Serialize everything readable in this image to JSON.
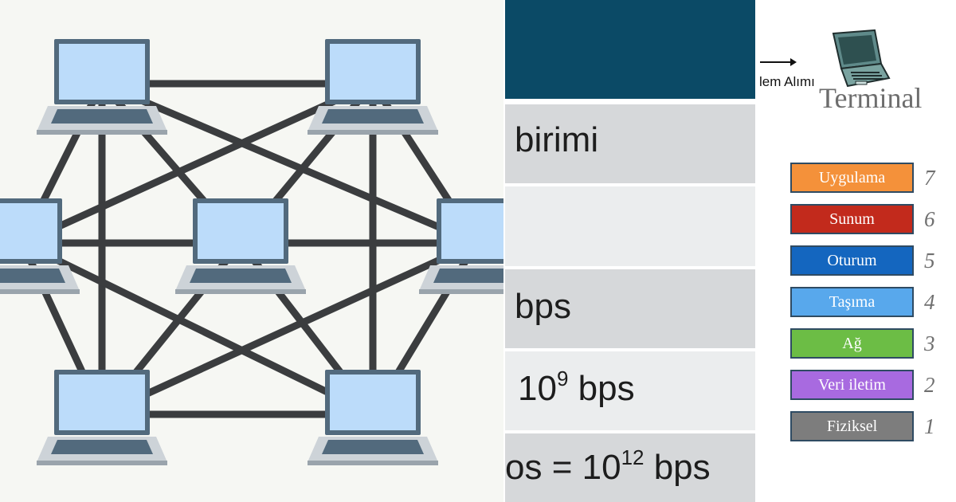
{
  "table": {
    "rows": [
      {
        "text": "",
        "sup": "",
        "suffix": "",
        "bg": "#0b4a66"
      },
      {
        "text": "birimi",
        "sup": "",
        "suffix": "",
        "bg": "#d6d8da"
      },
      {
        "text": "",
        "sup": "",
        "suffix": "",
        "bg": "#ebedee"
      },
      {
        "text": "bps",
        "sup": "",
        "suffix": "",
        "bg": "#d6d8da"
      },
      {
        "text": "10",
        "sup": "9",
        "suffix": " bps",
        "bg": "#ebedee"
      },
      {
        "text": "os = 10",
        "sup": "12",
        "suffix": " bps",
        "bg": "#d6d8da"
      }
    ]
  },
  "osi": {
    "receive_label": "lem Alımı",
    "terminal_label": "Terminal",
    "layers": [
      {
        "name": "Uygulama",
        "number": "7",
        "color": "#f4913a"
      },
      {
        "name": "Sunum",
        "number": "6",
        "color": "#c22a1c"
      },
      {
        "name": "Oturum",
        "number": "5",
        "color": "#1466bf"
      },
      {
        "name": "Taşıma",
        "number": "4",
        "color": "#58a8ec"
      },
      {
        "name": "Ağ",
        "number": "3",
        "color": "#6cbd45"
      },
      {
        "name": "Veri iletim",
        "number": "2",
        "color": "#a86ae0"
      },
      {
        "name": "Fiziksel",
        "number": "1",
        "color": "#7d7d7d"
      }
    ]
  },
  "colors": {
    "link": "#3b3d3f",
    "laptop_screen": "#bcdcfa",
    "laptop_frame": "#526a7d",
    "laptop_base": "#cdd3d8"
  }
}
